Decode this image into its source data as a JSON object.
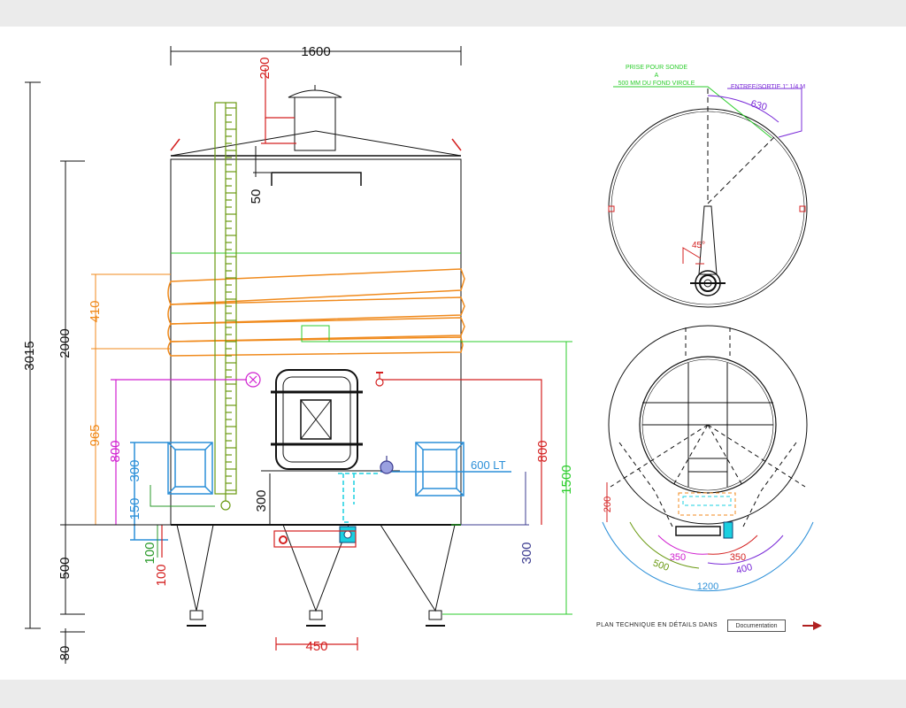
{
  "dimensions": {
    "total_width": "1600",
    "total_height": "3015",
    "body_height": "2000",
    "leg_height": "500",
    "foot_height": "80",
    "manhole_height": "200",
    "ladder_offset": "50",
    "jacket_height": "410",
    "jacket_low": "965",
    "valve_level_left": "800",
    "valve_level_right": "800",
    "sight_glass": "300",
    "gauge_offset": "150",
    "bottom_valve": "300",
    "bottom_offset_a": "100",
    "bottom_offset_b": "100",
    "right_300": "300",
    "level_1500": "1500",
    "leg_spacing": "450",
    "capacity_label": "600 LT"
  },
  "plan_top": {
    "probe_line1": "PRISE POUR SONDE",
    "probe_line2": "A",
    "probe_line3": "500 MM DU FOND VIROLE",
    "inlet_label": "ENTREE/SORTIE 1\" 1/4 M",
    "arc_630": "630",
    "angle": "45°"
  },
  "plan_bottom": {
    "d200": "200",
    "d350a": "350",
    "d350b": "350",
    "d500": "500",
    "d400": "400",
    "d1200": "1200"
  },
  "footer": {
    "text": "PLAN TECHNIQUE EN DÉTAILS DANS",
    "button": "Documentation"
  },
  "colors": {
    "black": "#111111",
    "red": "#d42020",
    "green": "#2ccd2c",
    "orange": "#f08a1c",
    "blue": "#2b8fd8",
    "magenta": "#d020d0",
    "cyan": "#1ad0e0",
    "olive": "#6a9a12",
    "purple": "#7a2bd8",
    "navy": "#3c3c90",
    "darkgreen": "#2a9a2a",
    "footer_arrow": "#b02020"
  }
}
